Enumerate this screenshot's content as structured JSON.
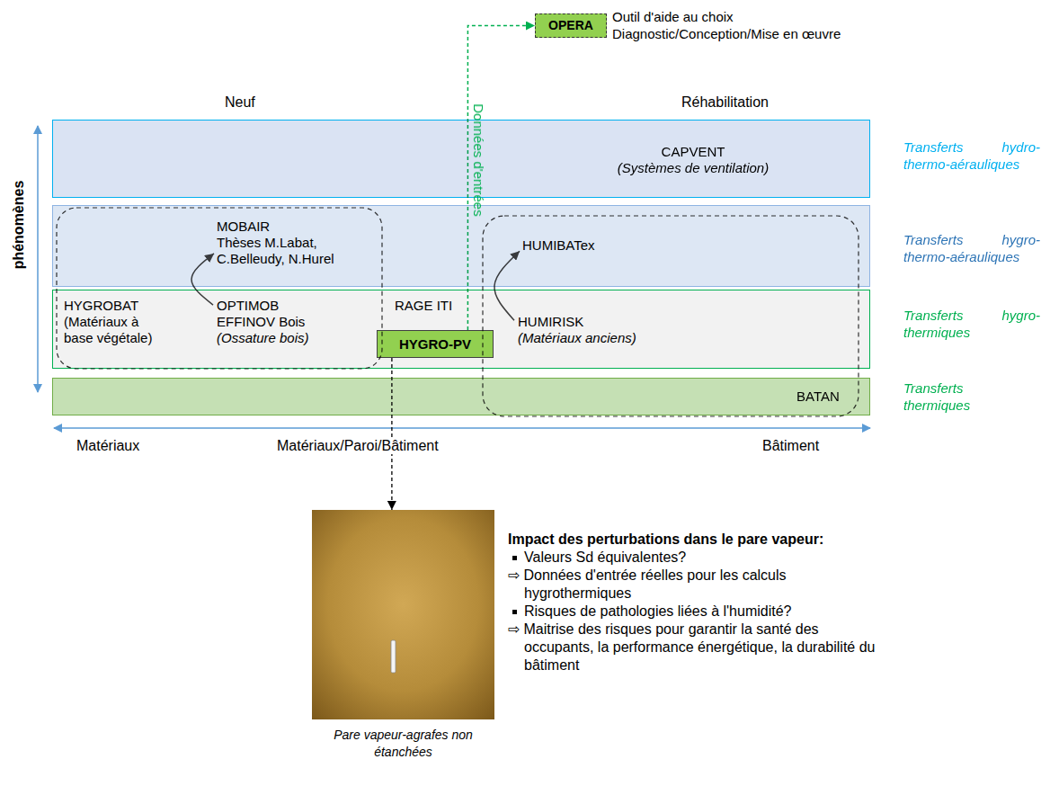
{
  "diagram": {
    "nodes": [
      {
        "text": [
          "OPERA",
          "Outil d'aide au choix",
          "Diagnostic/Conception/Mise en œuvre"
        ]
      },
      {
        "text": [
          "Transferts hydro-thermo-aérauliques"
        ]
      },
      {
        "text": [
          "CAPVENT",
          "(Systèmes de ventilation)"
        ],
        "in": 1
      },
      {
        "text": [
          "Transferts hygro-thermo-aérauliques"
        ]
      },
      {
        "text": [
          "MOBAIR",
          "Thèses M.Labat, C.Belleudy, N.Hurel"
        ],
        "in": 3
      },
      {
        "text": [
          "HUMIBATex"
        ],
        "in": 3
      },
      {
        "text": [
          "Transferts hygro-thermiques"
        ]
      },
      {
        "text": [
          "HYGROBAT",
          "(Matériaux à base végétale)"
        ],
        "in": 6
      },
      {
        "text": [
          "OPTIMOB",
          "EFFINOV Bois",
          "(Ossature bois)"
        ],
        "in": 6
      },
      {
        "text": [
          "RAGE ITI"
        ],
        "in": 6
      },
      {
        "text": [
          "HYGRO-PV"
        ],
        "in": 6
      },
      {
        "text": [
          "HUMIRISK",
          "(Matériaux anciens)"
        ],
        "in": 6
      },
      {
        "text": [
          "Transferts thermiques"
        ]
      },
      {
        "text": [
          "BATAN"
        ],
        "in": 12
      },
      {
        "text": [
          "Pare vapeur-agrafes non étanchées"
        ]
      }
    ],
    "edges": [
      {
        "from": 8,
        "to": 4,
        "arrow": "to"
      },
      {
        "from": 11,
        "to": 5,
        "arrow": "to"
      },
      {
        "from": 10,
        "to": 0,
        "label": "Données d'entrées",
        "arrow": "to"
      },
      {
        "from": 10,
        "to": 14,
        "arrow": "to"
      }
    ],
    "labels": [
      "Neuf",
      "Réhabilitation",
      "phénomènes",
      "Matériaux",
      "Matériaux/Paroi/Bâtiment",
      "Bâtiment",
      "Impact des perturbations dans le pare vapeur:",
      "Valeurs Sd équivalentes?",
      "⇨ Données d'entrée réelles pour les calculs hygrothermiques",
      "Risques de pathologies liées à l'humidité?",
      "⇨ Maitrise des risques pour garantir la santé des occupants, la performance énergétique, la durabilité du bâtiment"
    ]
  }
}
